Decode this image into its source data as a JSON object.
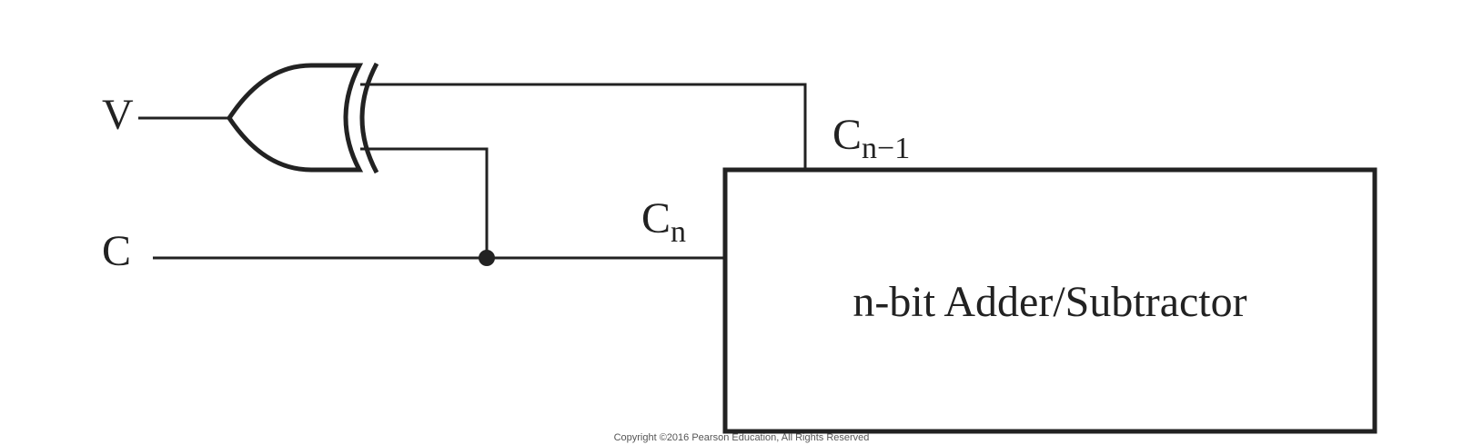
{
  "labels": {
    "v": "V",
    "c": "C",
    "cn_main": "C",
    "cn_sub": "n",
    "cn1_main": "C",
    "cn1_sub": "n−1",
    "block": "n-bit Adder/Subtractor"
  },
  "footer": {
    "copyright": "Copyright ©2016 Pearson Education, All Rights Reserved"
  },
  "colors": {
    "ink": "#222222",
    "background": "#ffffff"
  }
}
